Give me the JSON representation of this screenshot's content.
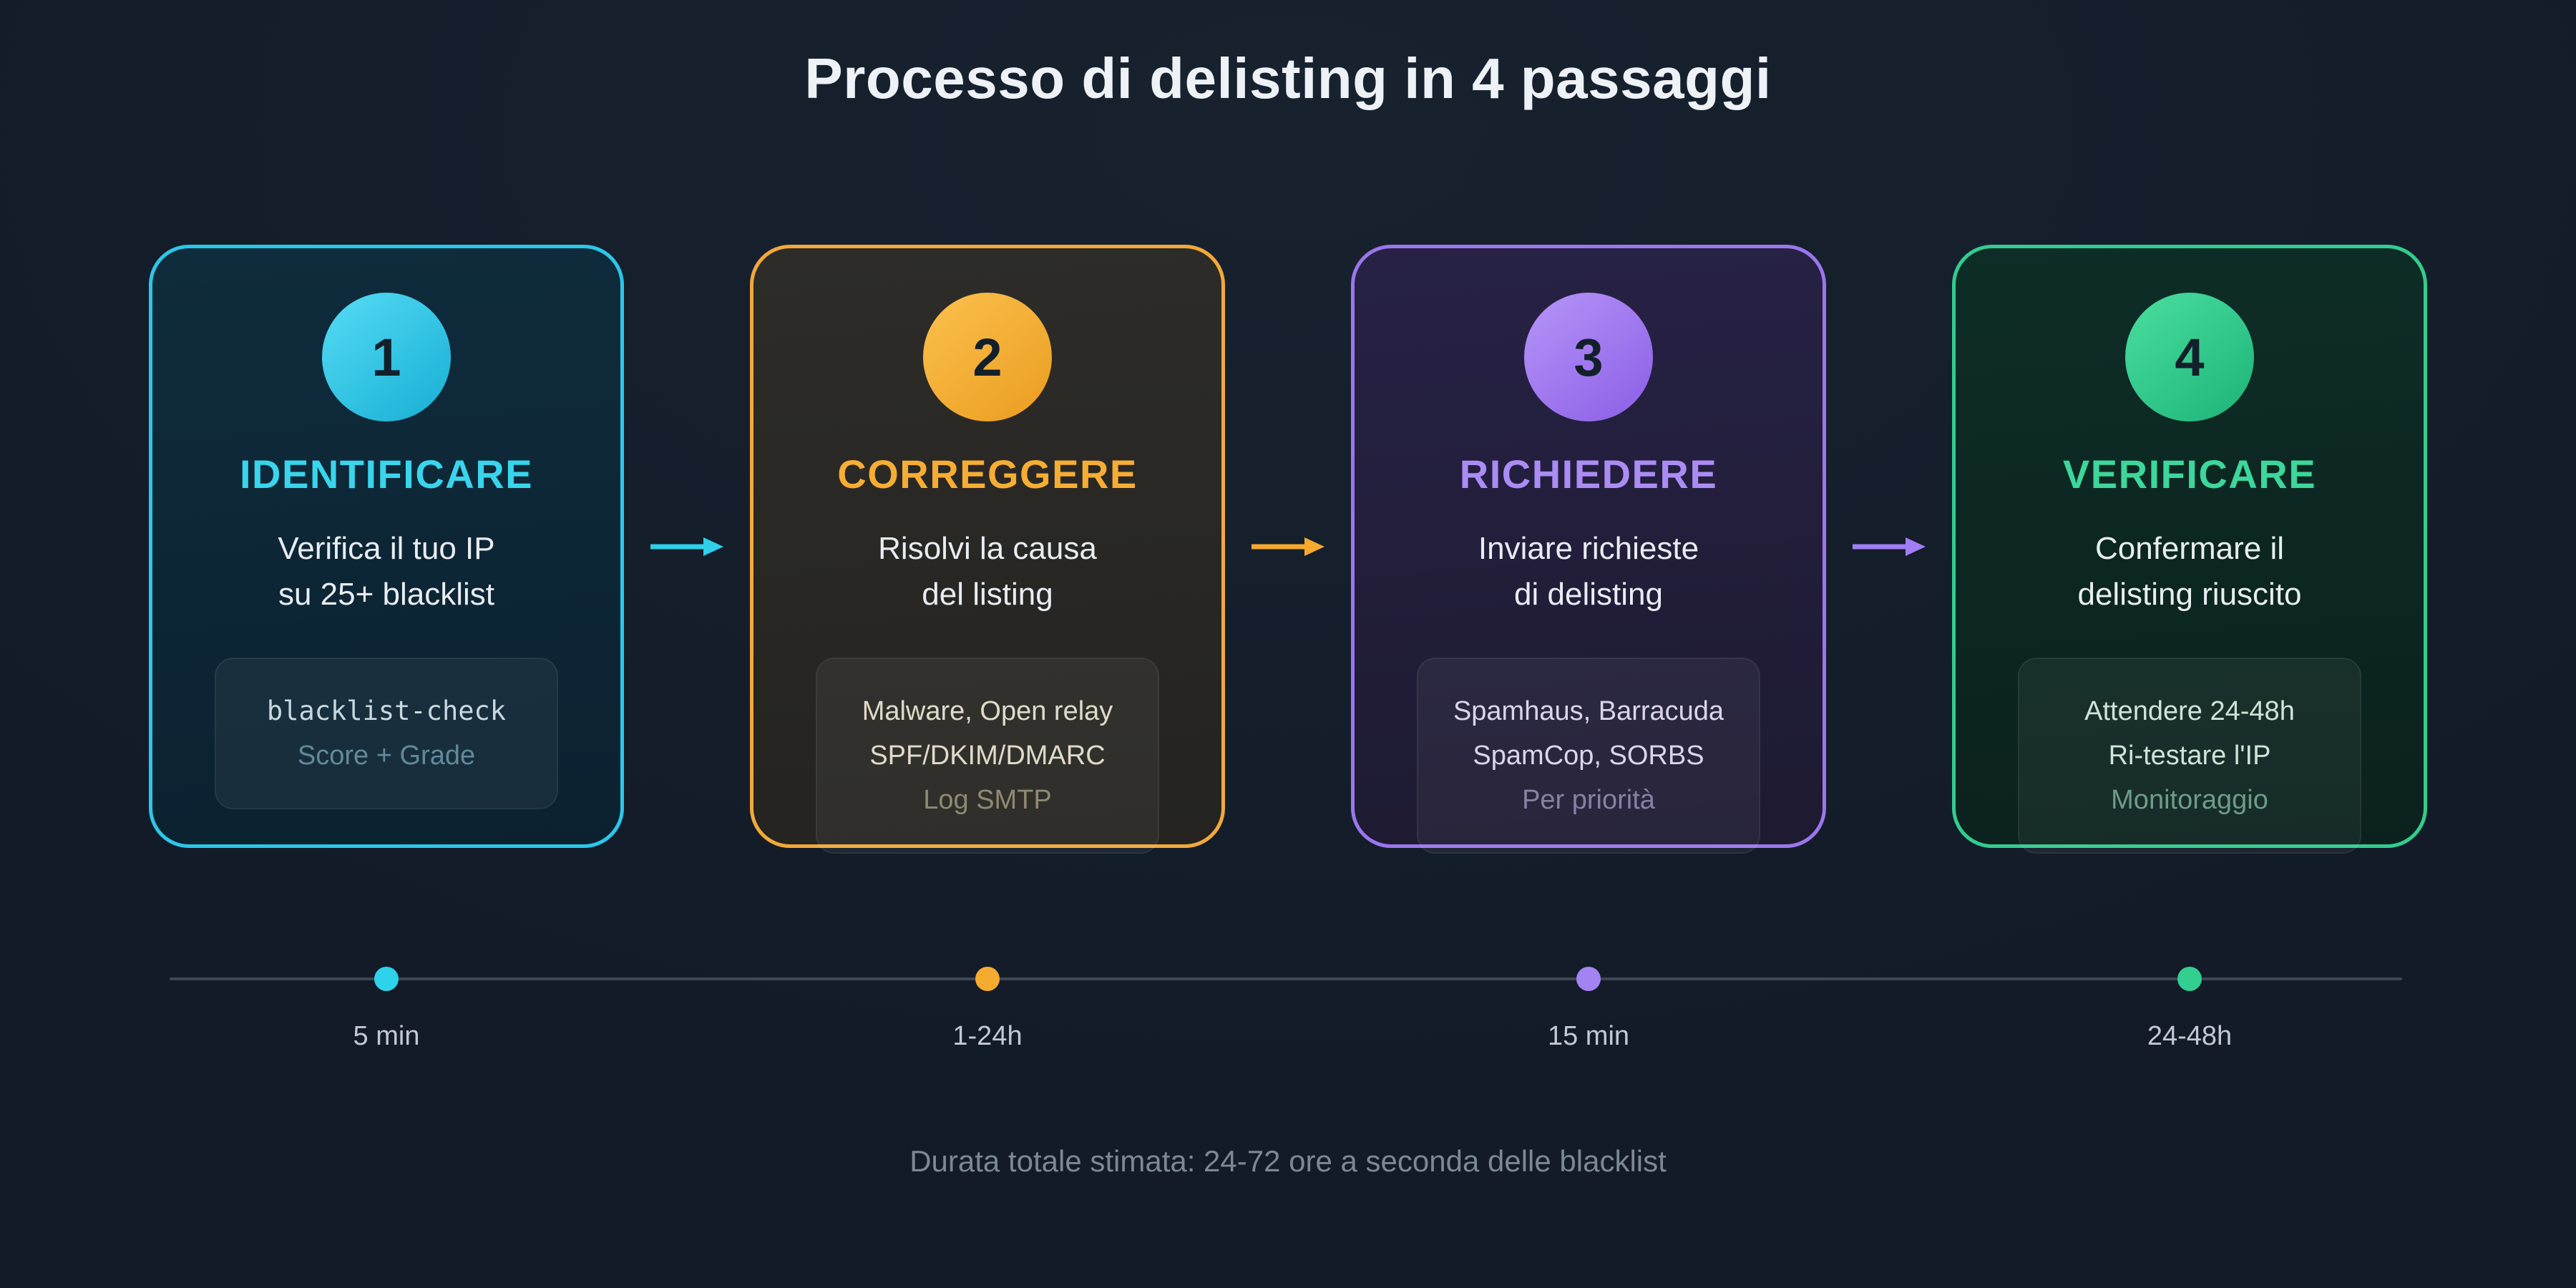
{
  "page": {
    "title": "Processo di delisting in 4 passaggi",
    "footer": "Durata totale stimata: 24-72 ore a seconda delle blacklist"
  },
  "colors": {
    "background": "#141d2a",
    "timeline_line": "#3e4754"
  },
  "steps": [
    {
      "number": "1",
      "label": "IDENTIFICARE",
      "desc1": "Verifica il tuo IP",
      "desc2": "su 25+ blacklist",
      "details": {
        "line1": "blacklist-check",
        "line2": "Score + Grade"
      },
      "time": "5 min",
      "accent": "#2ed0ea"
    },
    {
      "number": "2",
      "label": "CORREGGERE",
      "desc1": "Risolvi la causa",
      "desc2": "del listing",
      "details": {
        "line1": "Malware, Open relay",
        "line2": "SPF/DKIM/DMARC",
        "line3": "Log SMTP"
      },
      "time": "1-24h",
      "accent": "#f5a92e"
    },
    {
      "number": "3",
      "label": "RICHIEDERE",
      "desc1": "Inviare richieste",
      "desc2": "di delisting",
      "details": {
        "line1": "Spamhaus, Barracuda",
        "line2": "SpamCop, SORBS",
        "line3": "Per priorità"
      },
      "time": "15 min",
      "accent": "#a07ef5"
    },
    {
      "number": "4",
      "label": "VERIFICARE",
      "desc1": "Confermare il",
      "desc2": "delisting riuscito",
      "details": {
        "line1": "Attendere 24-48h",
        "line2": "Ri-testare l'IP",
        "line3": "Monitoraggio"
      },
      "time": "24-48h",
      "accent": "#30cf90"
    }
  ]
}
